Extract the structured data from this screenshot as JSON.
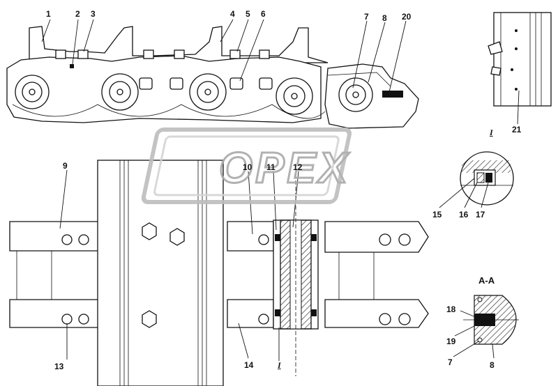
{
  "watermark": "OPEX",
  "callouts": [
    {
      "id": "c1",
      "text": "1"
    },
    {
      "id": "c2",
      "text": "2"
    },
    {
      "id": "c3",
      "text": "3"
    },
    {
      "id": "c4",
      "text": "4"
    },
    {
      "id": "c5",
      "text": "5"
    },
    {
      "id": "c6",
      "text": "6"
    },
    {
      "id": "c7",
      "text": "7"
    },
    {
      "id": "c8",
      "text": "8"
    },
    {
      "id": "c20",
      "text": "20"
    },
    {
      "id": "c21",
      "text": "21"
    },
    {
      "id": "c9",
      "text": "9"
    },
    {
      "id": "c10",
      "text": "10"
    },
    {
      "id": "c11",
      "text": "11"
    },
    {
      "id": "c12",
      "text": "12"
    },
    {
      "id": "c13",
      "text": "13"
    },
    {
      "id": "c14",
      "text": "14"
    },
    {
      "id": "c15",
      "text": "15"
    },
    {
      "id": "c16",
      "text": "16"
    },
    {
      "id": "c17",
      "text": "17"
    },
    {
      "id": "c18",
      "text": "18"
    },
    {
      "id": "c19",
      "text": "19"
    },
    {
      "id": "c7b",
      "text": "7"
    },
    {
      "id": "c8b",
      "text": "8"
    }
  ],
  "section_labels": {
    "detail_top": "I",
    "detail_bottom": "I",
    "section": "A-A"
  }
}
